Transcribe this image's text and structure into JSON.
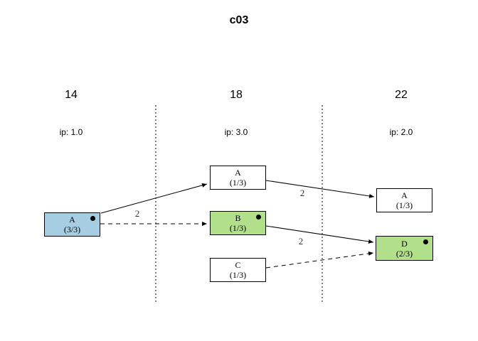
{
  "title": "c03",
  "columns": [
    {
      "header": "14",
      "ip_label": "ip: 1.0"
    },
    {
      "header": "18",
      "ip_label": "ip: 3.0"
    },
    {
      "header": "22",
      "ip_label": "ip: 2.0"
    }
  ],
  "colors": {
    "node_blue": "#A6CEE3",
    "node_green": "#B2DF8A",
    "node_white": "#FFFFFF",
    "line": "#000000"
  },
  "nodes": [
    {
      "name": "A",
      "fraction": "(3/3)",
      "column": "14",
      "color": "#A6CEE3",
      "dot": true
    },
    {
      "name": "A",
      "fraction": "(1/3)",
      "column": "18",
      "color": "#FFFFFF",
      "dot": false
    },
    {
      "name": "B",
      "fraction": "(1/3)",
      "column": "18",
      "color": "#B2DF8A",
      "dot": true
    },
    {
      "name": "C",
      "fraction": "(1/3)",
      "column": "18",
      "color": "#FFFFFF",
      "dot": false
    },
    {
      "name": "A",
      "fraction": "(1/3)",
      "column": "22",
      "color": "#FFFFFF",
      "dot": false
    },
    {
      "name": "D",
      "fraction": "(2/3)",
      "column": "22",
      "color": "#B2DF8A",
      "dot": true
    }
  ],
  "edges": [
    {
      "from": "A@14",
      "to": "A@18",
      "style": "solid",
      "label": "2"
    },
    {
      "from": "A@14",
      "to": "B@18",
      "style": "dashed",
      "label": ""
    },
    {
      "from": "A@18",
      "to": "A@22",
      "style": "solid",
      "label": "2"
    },
    {
      "from": "B@18",
      "to": "D@22",
      "style": "solid",
      "label": "2"
    },
    {
      "from": "C@18",
      "to": "D@22",
      "style": "dashed",
      "label": ""
    }
  ]
}
